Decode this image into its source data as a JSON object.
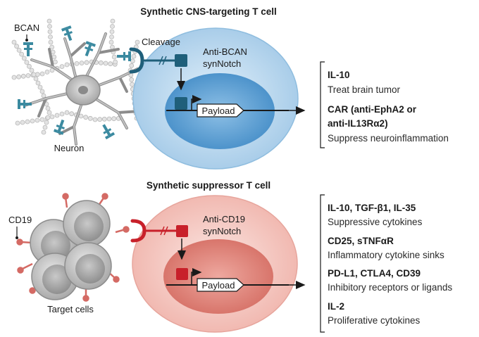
{
  "top_panel": {
    "title": "Synthetic CNS-targeting T cell",
    "antigen_label": "BCAN",
    "source_cell_label": "Neuron",
    "cleavage_label": "Cleavage",
    "receptor_label_line1": "Anti-BCAN",
    "receptor_label_line2": "synNotch",
    "payload_label": "Payload",
    "colors": {
      "cell": "#bcd9ef",
      "nucleus": "#6aa9d8",
      "receptor": "#1f5f7a",
      "antigen": "#3b8aa0"
    },
    "outputs": [
      {
        "bold": "IL-10",
        "desc": "Treat brain tumor"
      },
      {
        "bold": "CAR (anti-EphA2 or",
        "bold2": "anti-IL13Rα2)",
        "desc": "Suppress neuroinflammation"
      }
    ]
  },
  "bottom_panel": {
    "title": "Synthetic suppressor T cell",
    "antigen_label": "CD19",
    "source_cell_label": "Target cells",
    "receptor_label_line1": "Anti-CD19",
    "receptor_label_line2": "synNotch",
    "payload_label": "Payload",
    "colors": {
      "cell": "#f6cfc9",
      "nucleus": "#e08e84",
      "receptor": "#c8202a",
      "antigen": "#d46a64"
    },
    "outputs": [
      {
        "bold": "IL-10, TGF-β1, IL-35",
        "desc": "Suppressive cytokines"
      },
      {
        "bold": "CD25, sTNFαR",
        "desc": "Inflammatory cytokine sinks"
      },
      {
        "bold": "PD-L1, CTLA4, CD39",
        "desc": "Inhibitory receptors or ligands"
      },
      {
        "bold": "IL-2",
        "desc": "Proliferative cytokines"
      }
    ]
  }
}
